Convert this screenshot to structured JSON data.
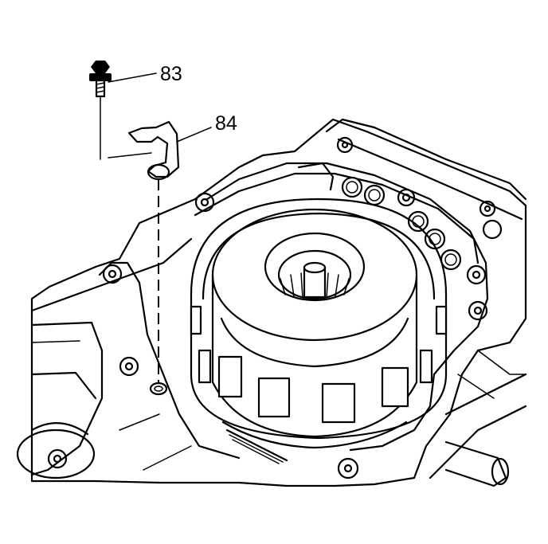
{
  "callouts": [
    {
      "id": "bolt",
      "label": "83"
    },
    {
      "id": "bracket",
      "label": "84"
    }
  ],
  "colors": {
    "ink": "#000000",
    "paper": "#ffffff"
  }
}
